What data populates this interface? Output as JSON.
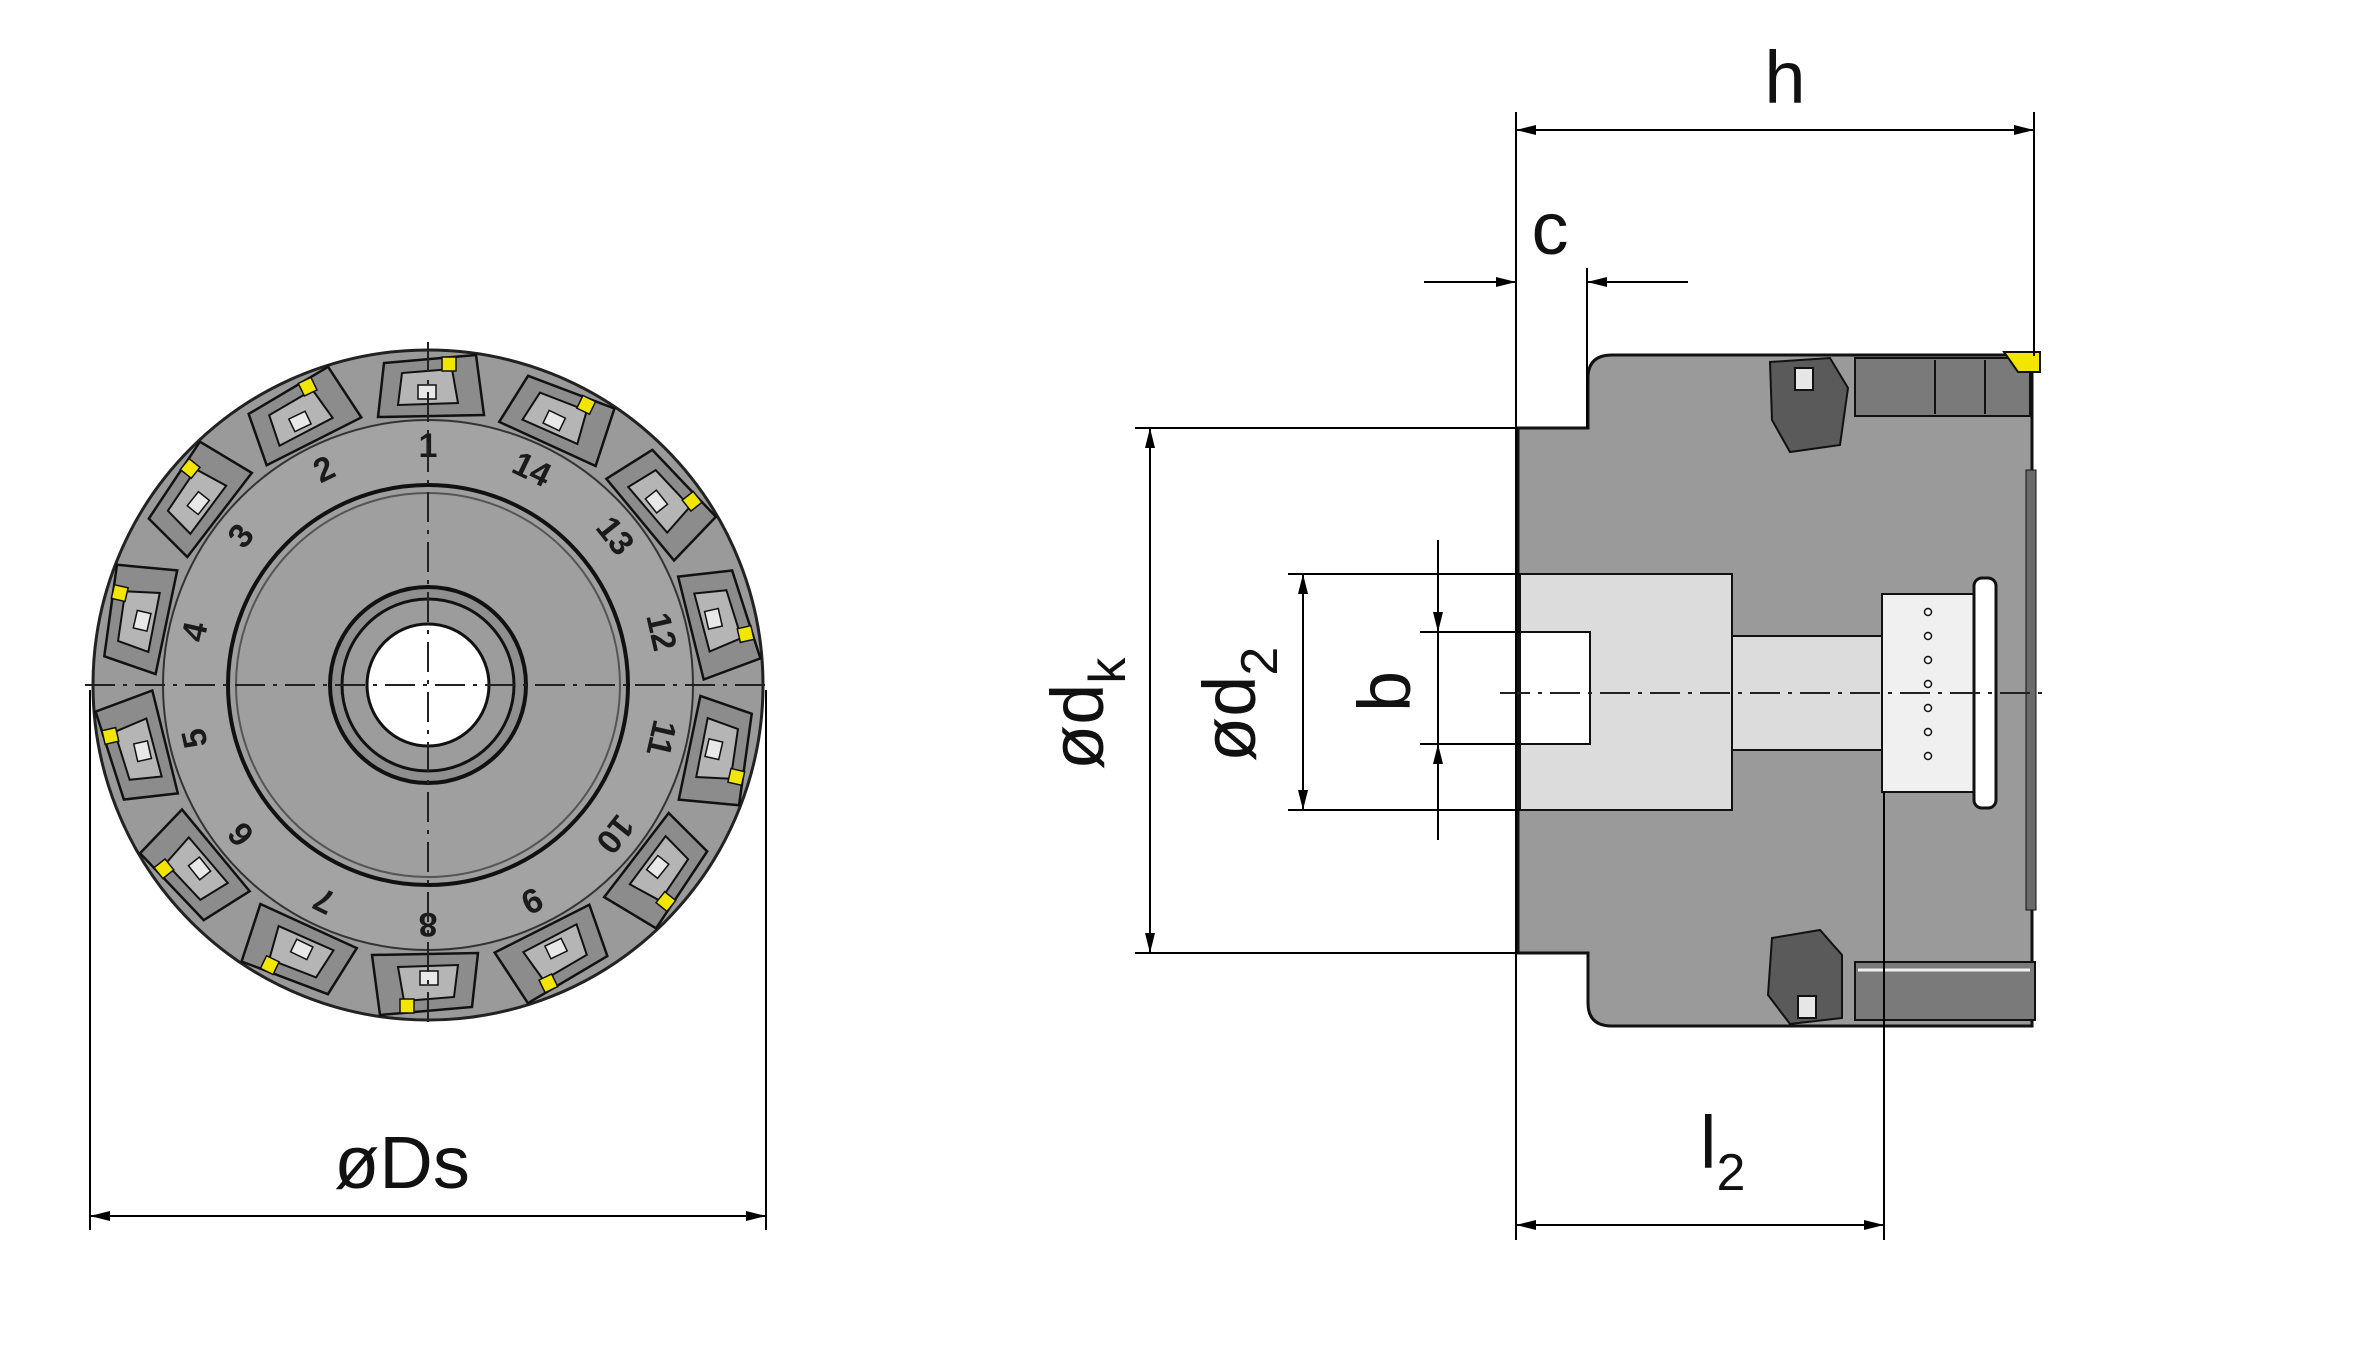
{
  "pocket_numbers": [
    "1",
    "2",
    "3",
    "4",
    "5",
    "6",
    "7",
    "8",
    "9",
    "10",
    "11",
    "12",
    "13",
    "14"
  ],
  "labels": {
    "dia_ds": "øDs",
    "h": "h",
    "c": "c",
    "dia_dk_main": "ød",
    "dia_dk_sub": "k",
    "dia_d2_main": "ød",
    "dia_d2_sub": "2",
    "b": "b",
    "l2_main": "l",
    "l2_sub": "2"
  },
  "colors": {
    "body_gray": "#9a9a9a",
    "body_dark": "#8a8a8a",
    "face_light": "#a8a8a8",
    "bore_light": "#dcdcdc",
    "insert_yellow": "#f2e600",
    "line": "#000000"
  }
}
